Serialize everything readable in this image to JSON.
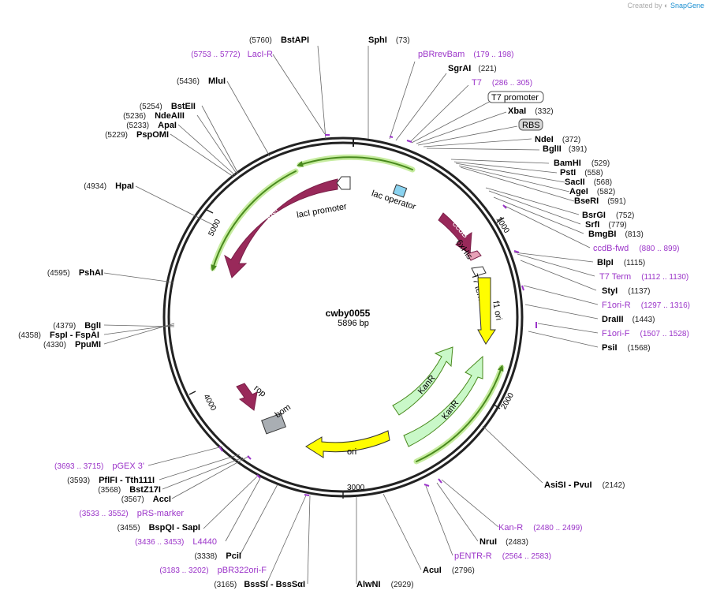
{
  "credit": {
    "prefix": "Created by",
    "brand": "SnapGene"
  },
  "plasmid": {
    "name": "cwby0055",
    "length_label": "5896 bp",
    "length": 5896
  },
  "colors": {
    "primer": "#9b34c9",
    "lacI": "#99295a",
    "ccdB": "#99295a",
    "rop": "#99295a",
    "kanR": "#c9f8c8",
    "ori": "#fffd00",
    "f1ori": "#fffd00",
    "bom": "#a9aeb3",
    "promoter": "#ffffff",
    "selection": "#7fc83c"
  },
  "ticks": [
    "1000",
    "2000",
    "3000",
    "4000",
    "5000"
  ],
  "enzymes": [
    {
      "name": "SphI",
      "pos": "(73)"
    },
    {
      "name": "SgrAI",
      "pos": "(221)"
    },
    {
      "name": "XbaI",
      "pos": "(332)"
    },
    {
      "name": "NdeI",
      "pos": "(372)"
    },
    {
      "name": "BglII",
      "pos": "(391)"
    },
    {
      "name": "BamHI",
      "pos": "(529)"
    },
    {
      "name": "PstI",
      "pos": "(558)"
    },
    {
      "name": "SacII",
      "pos": "(568)"
    },
    {
      "name": "AgeI",
      "pos": "(582)"
    },
    {
      "name": "BseRI",
      "pos": "(591)"
    },
    {
      "name": "BsrGI",
      "pos": "(752)"
    },
    {
      "name": "SrfI",
      "pos": "(779)"
    },
    {
      "name": "BmgBI",
      "pos": "(813)"
    },
    {
      "name": "BlpI",
      "pos": "(1115)"
    },
    {
      "name": "StyI",
      "pos": "(1137)"
    },
    {
      "name": "DraIII",
      "pos": "(1443)"
    },
    {
      "name": "PsiI",
      "pos": "(1568)"
    },
    {
      "name": "AsiSI - PvuI",
      "pos": "(2142)"
    },
    {
      "name": "NruI",
      "pos": "(2483)"
    },
    {
      "name": "AcuI",
      "pos": "(2796)"
    },
    {
      "name": "AlwNI",
      "pos": "(2929)"
    },
    {
      "name": "BssSI - BssSαI",
      "pos": "(3165)"
    },
    {
      "name": "PciI",
      "pos": "(3338)"
    },
    {
      "name": "BspQI - SapI",
      "pos": "(3455)"
    },
    {
      "name": "AccI",
      "pos": "(3567)"
    },
    {
      "name": "BstZ17I",
      "pos": "(3568)"
    },
    {
      "name": "PflFI - Tth111I",
      "pos": "(3593)"
    },
    {
      "name": "PpuMI",
      "pos": "(4330)"
    },
    {
      "name": "FspI - FspAI",
      "pos": "(4358)"
    },
    {
      "name": "BglI",
      "pos": "(4379)"
    },
    {
      "name": "PshAI",
      "pos": "(4595)"
    },
    {
      "name": "HpaI",
      "pos": "(4934)"
    },
    {
      "name": "PspOMI",
      "pos": "(5229)"
    },
    {
      "name": "ApaI",
      "pos": "(5233)"
    },
    {
      "name": "NdeAIII",
      "pos": "(5236)"
    },
    {
      "name": "BstEII",
      "pos": "(5254)"
    },
    {
      "name": "MluI",
      "pos": "(5436)"
    },
    {
      "name": "BstAPI",
      "pos": "(5760)"
    }
  ],
  "primers": [
    {
      "name": "LacI-R",
      "range": "(5753 .. 5772)"
    },
    {
      "name": "pBRrevBam",
      "range": "(179 .. 198)"
    },
    {
      "name": "T7",
      "range": "(286 .. 305)"
    },
    {
      "name": "ccdB-fwd",
      "range": "(880 .. 899)"
    },
    {
      "name": "T7 Term",
      "range": "(1112 .. 1130)"
    },
    {
      "name": "F1ori-R",
      "range": "(1297 .. 1316)"
    },
    {
      "name": "F1ori-F",
      "range": "(1507 .. 1528)"
    },
    {
      "name": "Kan-R",
      "range": "(2480 .. 2499)"
    },
    {
      "name": "pENTR-R",
      "range": "(2564 .. 2583)"
    },
    {
      "name": "pBR322ori-F",
      "range": "(3183 .. 3202)"
    },
    {
      "name": "L4440",
      "range": "(3436 .. 3453)"
    },
    {
      "name": "pRS-marker",
      "range": "(3533 .. 3552)"
    },
    {
      "name": "pGEX 3'",
      "range": "(3693 .. 3715)"
    }
  ],
  "boxed_features": [
    {
      "name": "T7 promoter"
    },
    {
      "name": "RBS"
    }
  ],
  "features": [
    {
      "name": "lacI"
    },
    {
      "name": "lacI promoter"
    },
    {
      "name": "lac operator"
    },
    {
      "name": "ccdB"
    },
    {
      "name": "6xHis"
    },
    {
      "name": "T7 terminator"
    },
    {
      "name": "f1 ori"
    },
    {
      "name": "KanR"
    },
    {
      "name": "KanR"
    },
    {
      "name": "ori"
    },
    {
      "name": "rop"
    },
    {
      "name": "bom"
    }
  ]
}
